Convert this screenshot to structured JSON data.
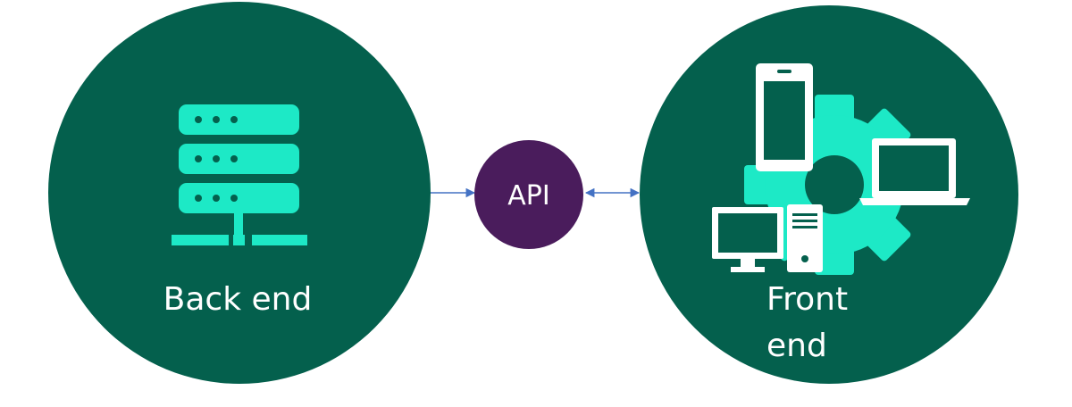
{
  "nodes": {
    "backend": {
      "label": "Back end",
      "icon": "server-icon"
    },
    "api": {
      "label": "API"
    },
    "frontend": {
      "label_line1": "Front",
      "label_line2": "end",
      "icons": [
        "gear-icon",
        "smartphone-icon",
        "laptop-icon",
        "desktop-monitor-icon",
        "pc-tower-icon"
      ]
    }
  },
  "connections": [
    {
      "from": "Back end",
      "to": "API",
      "direction": "one-way"
    },
    {
      "from": "API",
      "to": "Front end",
      "direction": "two-way"
    }
  ],
  "colors": {
    "circle_fill": "#04604D",
    "accent": "#1DE9C6",
    "api_fill": "#4A1C5C",
    "arrow": "#4472C4",
    "text": "#FFFFFF"
  }
}
